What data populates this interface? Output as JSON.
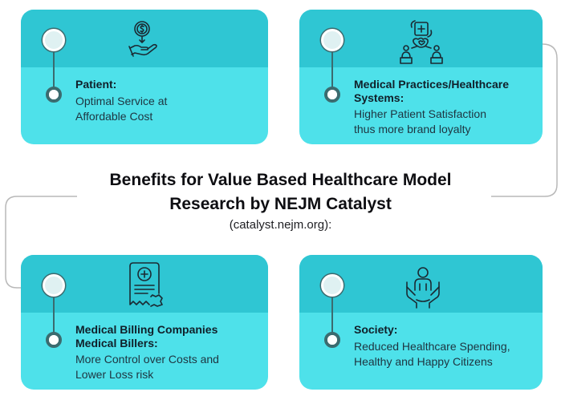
{
  "title_line1": "Benefits for Value Based Healthcare Model",
  "title_line2": "Research by NEJM Catalyst",
  "subtitle": "(catalyst.nejm.org):",
  "cards": [
    {
      "heading_lines": [
        "Patient:"
      ],
      "desc_lines": [
        "Optimal Service at",
        "Affordable Cost"
      ],
      "icon": "dollar-hand-icon"
    },
    {
      "heading_lines": [
        "Medical Practices/Healthcare",
        "Systems:"
      ],
      "desc_lines": [
        "Higher Patient Satisfaction",
        "thus more brand loyalty"
      ],
      "icon": "healthcare-network-icon"
    },
    {
      "heading_lines": [
        "Medical Billing Companies",
        "Medical Billers:"
      ],
      "desc_lines": [
        "More Control over Costs and",
        "Lower Loss risk"
      ],
      "icon": "medical-bill-icon"
    },
    {
      "heading_lines": [
        "Society:"
      ],
      "desc_lines": [
        "Reduced Healthcare Spending,",
        "Healthy and Happy Citizens"
      ],
      "icon": "person-care-icon"
    }
  ],
  "colors": {
    "card_top": "#2fc6d3",
    "card_bottom": "#4ee1ea",
    "line": "#3b6b6f",
    "connector": "#b8b8b8"
  }
}
